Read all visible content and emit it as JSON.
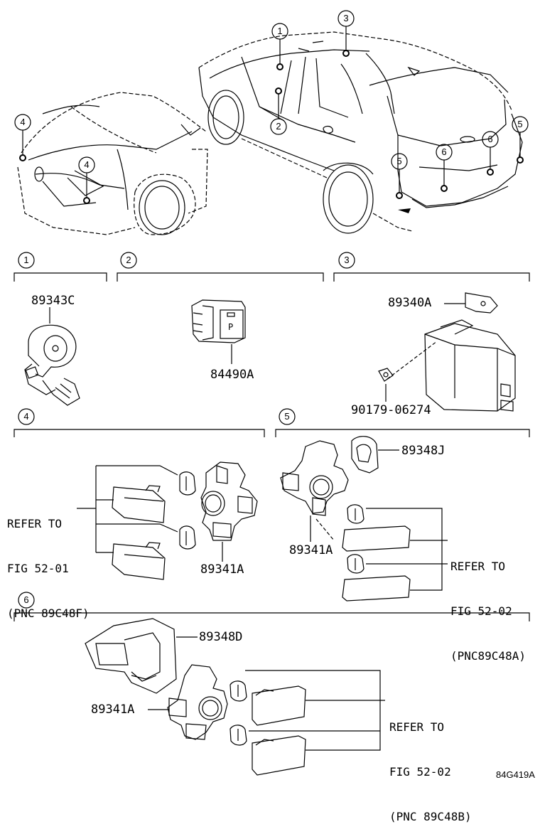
{
  "callouts": {
    "c1": "1",
    "c2": "2",
    "c3": "3",
    "c4": "4",
    "c5": "5",
    "c6": "6"
  },
  "parts": {
    "p89343C": "89343C",
    "p84490A": "84490A",
    "p89340A": "89340A",
    "p90179": "90179-06274",
    "p89341A_4": "89341A",
    "p89348J": "89348J",
    "p89341A_5": "89341A",
    "p89348D": "89348D",
    "p89341A_6": "89341A"
  },
  "refs": {
    "r4": [
      "REFER TO",
      "FIG 52-01",
      "(PNC 89C48F)"
    ],
    "r5": [
      "REFER TO",
      "FIG 52-02",
      "(PNC89C48A)"
    ],
    "r6": [
      "REFER TO",
      "FIG 52-02",
      "(PNC 89C48B)"
    ]
  },
  "switch_text": "P",
  "diagram_code": "84G419A"
}
